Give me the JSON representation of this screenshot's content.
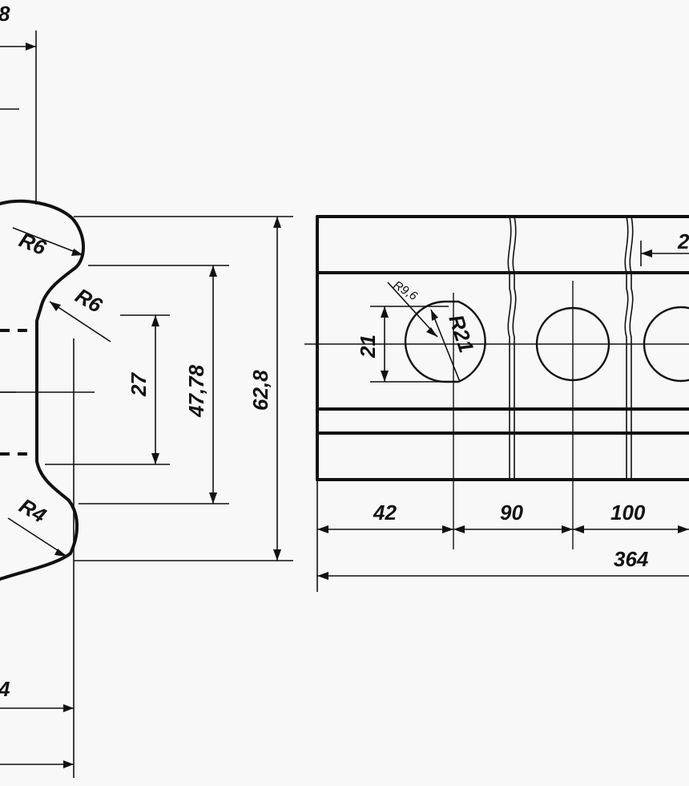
{
  "labels": {
    "top_clipped": "8",
    "radius_top_profile": "R6",
    "radius_mid_profile": "R6",
    "radius_bottom_profile": "R4",
    "dim_27": "27",
    "dim_4778": "47,78",
    "dim_628": "62,8",
    "bottom_clipped": "4",
    "dim_21": "21",
    "radius_96": "R9,6",
    "radius_21": "R21",
    "dim_42": "42",
    "dim_90": "90",
    "dim_100": "100",
    "dim_364": "364",
    "right_clipped": "2"
  }
}
